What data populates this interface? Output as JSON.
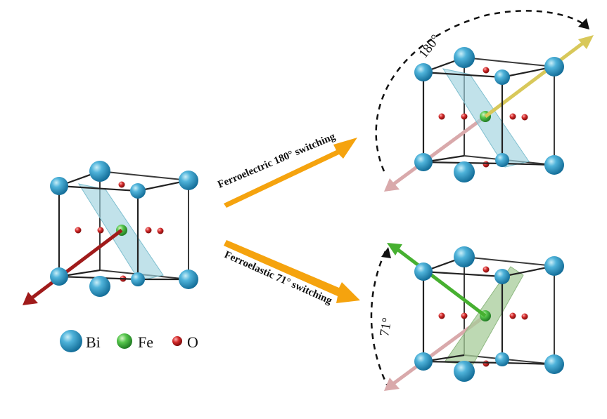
{
  "labels": {
    "ferroelectric": "Ferroelectric 180° switching",
    "ferroelastic": "Ferroelastic 71° switching",
    "angle_180": "180°",
    "angle_71": "71°"
  },
  "legend": [
    {
      "label": "Bi",
      "color": "#2f97c6"
    },
    {
      "label": "Fe",
      "color": "#3ab34a"
    },
    {
      "label": "O",
      "color": "#c81e1e"
    }
  ],
  "colors": {
    "bi": "#2f97c6",
    "fe": "#3ab34a",
    "o": "#c81e1e",
    "polarization_initial": "#a01b1b",
    "polarization_180": "#d8c85a",
    "polarization_71": "#46b030",
    "polarization_faded": "#d9a9ab",
    "plane_blue": "#9fd3df",
    "plane_green": "#a7cc9a",
    "switch_arrow": "#f5a30e",
    "edge": "#333333"
  }
}
